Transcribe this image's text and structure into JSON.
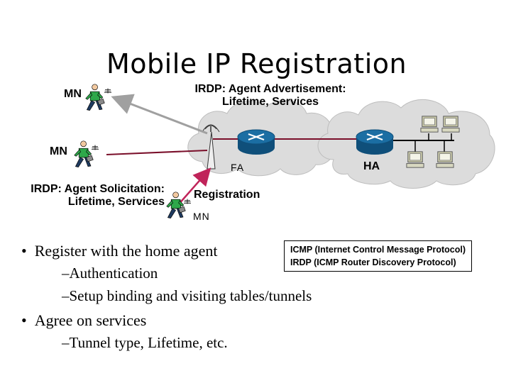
{
  "title": "Mobile IP Registration",
  "nodes": {
    "mn_top": "MN",
    "mn_left": "MN",
    "mn_bottom": "MN",
    "fa": "FA",
    "ha": "HA"
  },
  "messages": {
    "advertisement_line1": "IRDP: Agent Advertisement:",
    "advertisement_line2": "Lifetime, Services",
    "solicitation_line1": "IRDP: Agent Solicitation:",
    "solicitation_line2": "Lifetime, Services",
    "registration": "Registration"
  },
  "acronyms": {
    "icmp": "ICMP (Internet Control Message Protocol)",
    "irdp": "IRDP (ICMP Router Discovery Protocol)"
  },
  "bullets": [
    {
      "text": "Register with the home agent",
      "subs": [
        "–Authentication",
        "–Setup binding and visiting tables/tunnels"
      ]
    },
    {
      "text": "Agree on services",
      "subs": [
        "–Tunnel type, Lifetime, etc."
      ]
    }
  ],
  "colors": {
    "cloud": "#dcdcdc",
    "router": "#1b6ea3",
    "arrow_advertisement": "#a0a0a0",
    "arrow_registration": "#c0245a",
    "link": "#7a0f2a",
    "person_shirt": "#2ea84a"
  }
}
